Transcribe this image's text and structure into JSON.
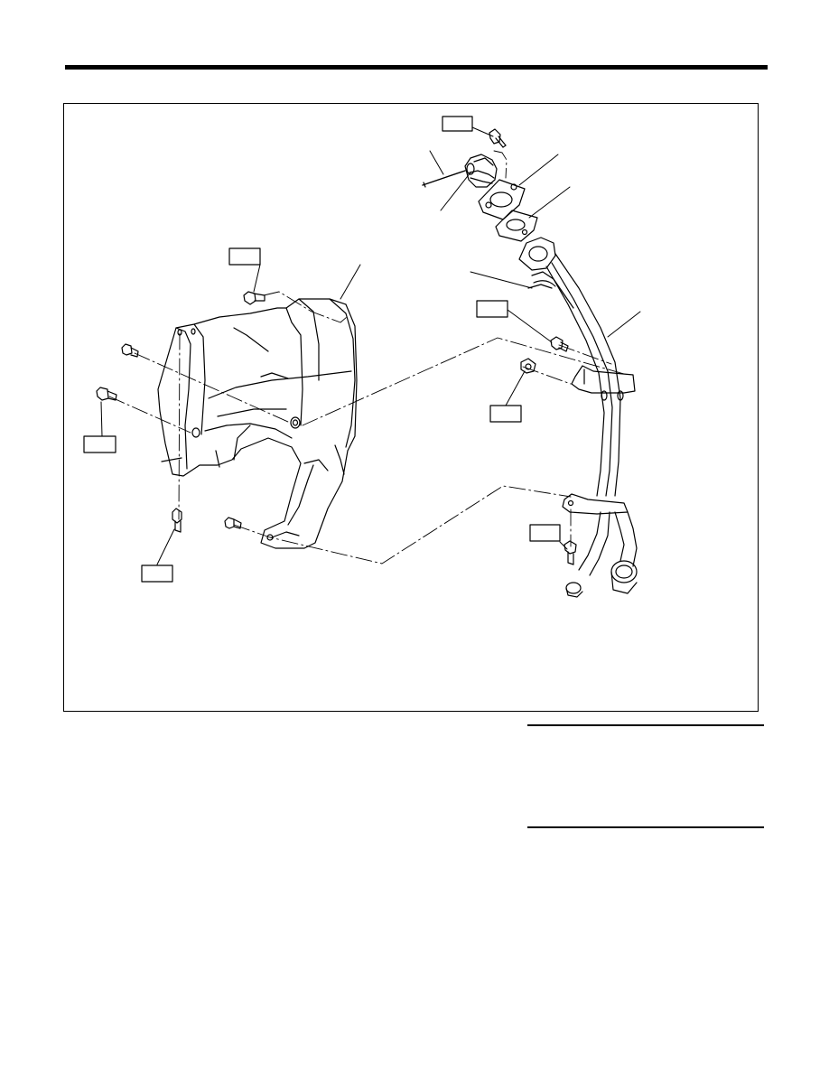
{
  "callout_boxes": [
    {
      "id": "box-top-bracket-bolt",
      "label": ""
    },
    {
      "id": "box-cover-top-bolt",
      "label": ""
    },
    {
      "id": "box-cover-left-bolt",
      "label": ""
    },
    {
      "id": "box-cover-bottom-bolt",
      "label": ""
    },
    {
      "id": "box-pipe-upper-bolt",
      "label": ""
    },
    {
      "id": "box-pipe-nut",
      "label": ""
    },
    {
      "id": "box-pipe-lower-bolt",
      "label": ""
    }
  ],
  "notes": {
    "text": ""
  }
}
